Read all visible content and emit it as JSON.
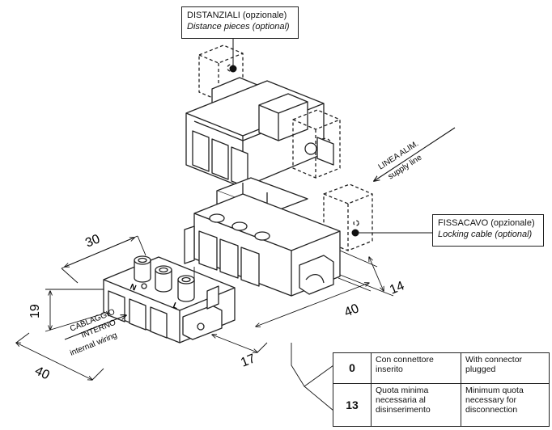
{
  "callouts": {
    "distanziali": {
      "it": "DISTANZIALI (opzionale)",
      "en": "Distance pieces (optional)"
    },
    "fissacavo": {
      "it": "FISSACAVO (opzionale)",
      "en": "Locking cable (optional)"
    }
  },
  "labels": {
    "linea_alim": "LINEA ALIM.",
    "supply_line": "supply line",
    "cablaggio": "CABLAGGIO",
    "interno": "INTERNO",
    "internal_wiring": "internal wiring",
    "terminal_n": "N",
    "terminal_l": "L"
  },
  "dimensions": {
    "d30": "30",
    "d19": "19",
    "d40_left": "40",
    "d17": "17",
    "d40_bottom": "40",
    "d14": "14"
  },
  "legend": {
    "rows": [
      {
        "code": "0",
        "it": "Con connettore inserito",
        "en": "With connector plugged"
      },
      {
        "code": "13",
        "it": "Quota minima necessaria al disinserimento",
        "en": "Minimum quota necessary for disconnection"
      }
    ]
  }
}
